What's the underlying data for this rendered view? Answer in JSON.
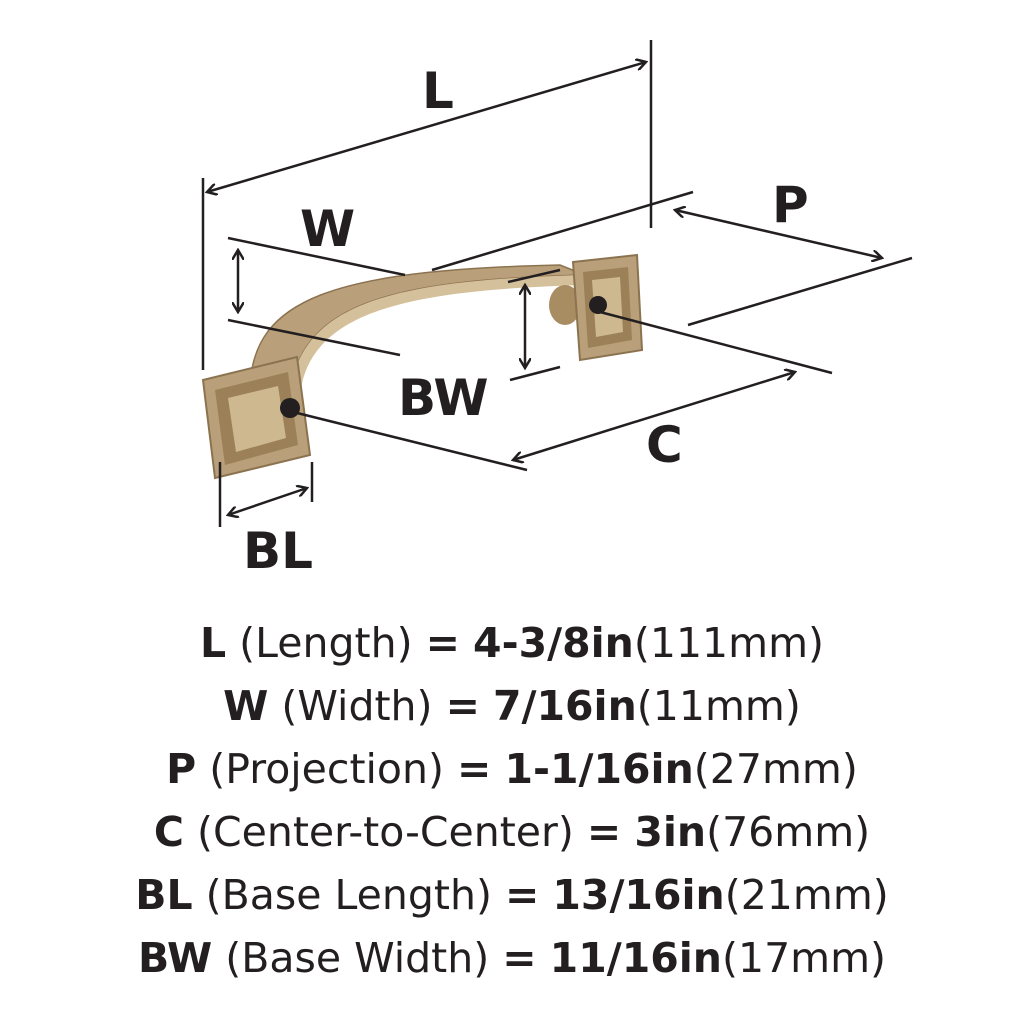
{
  "diagram": {
    "labels": {
      "L": "L",
      "W": "W",
      "P": "P",
      "BW": "BW",
      "C": "C",
      "BL": "BL"
    },
    "colors": {
      "finish": "#b9a07a",
      "finish_dark": "#8c7350",
      "finish_light": "#d4c09a",
      "line": "#231f20"
    }
  },
  "specs": [
    {
      "code": "L",
      "name": "(Length)",
      "eq": "=",
      "imperial": "4-3/8in",
      "metric": "(111mm)"
    },
    {
      "code": "W",
      "name": "(Width)",
      "eq": "=",
      "imperial": "7/16in",
      "metric": "(11mm)"
    },
    {
      "code": "P",
      "name": "(Projection)",
      "eq": "=",
      "imperial": "1-1/16in",
      "metric": "(27mm)"
    },
    {
      "code": "C",
      "name": "(Center-to-Center)",
      "eq": "=",
      "imperial": "3in",
      "metric": "(76mm)"
    },
    {
      "code": "BL",
      "name": "(Base Length)",
      "eq": "=",
      "imperial": "13/16in",
      "metric": "(21mm)"
    },
    {
      "code": "BW",
      "name": "(Base Width)",
      "eq": "=",
      "imperial": "11/16in",
      "metric": "(17mm)"
    }
  ]
}
